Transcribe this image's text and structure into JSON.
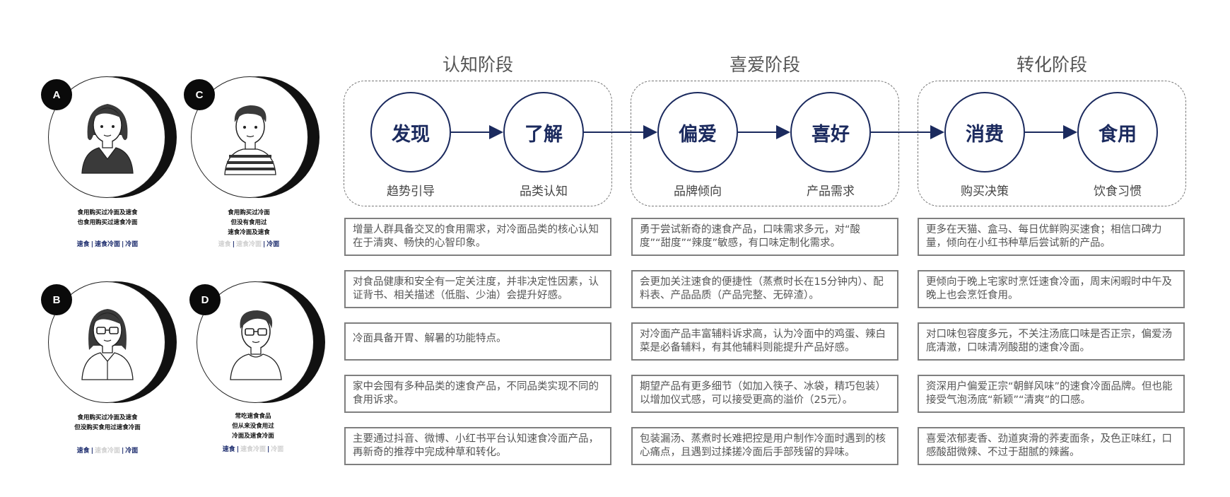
{
  "personas": [
    {
      "letter": "A",
      "desc": [
        "食用购买过冷面及速食",
        "也食用购买过速食冷面"
      ],
      "tags": [
        {
          "text": "速食",
          "on": true
        },
        {
          "text": "速食冷面",
          "on": true
        },
        {
          "text": "冷面",
          "on": true
        }
      ]
    },
    {
      "letter": "C",
      "desc": [
        "食用购买过冷面",
        "但没有食用过",
        "速食冷面及速食"
      ],
      "tags": [
        {
          "text": "速食",
          "on": false
        },
        {
          "text": "速食冷面",
          "on": false
        },
        {
          "text": "冷面",
          "on": true
        }
      ]
    },
    {
      "letter": "B",
      "desc": [
        "食用购买过冷面及速食",
        "但没购买食用过速食冷面"
      ],
      "tags": [
        {
          "text": "速食",
          "on": true
        },
        {
          "text": "速食冷面",
          "on": false
        },
        {
          "text": "冷面",
          "on": true
        }
      ]
    },
    {
      "letter": "D",
      "desc": [
        "常吃速食食品",
        "但从来没食用过",
        "冷面及速食冷面"
      ],
      "tags": [
        {
          "text": "速食",
          "on": true
        },
        {
          "text": "速食冷面",
          "on": false
        },
        {
          "text": "冷面",
          "on": false
        }
      ]
    }
  ],
  "stages": [
    {
      "title": "认知阶段",
      "nodes": [
        {
          "label": "发现",
          "sub": "趋势引导"
        },
        {
          "label": "了解",
          "sub": "品类认知"
        }
      ],
      "cards": [
        "增量人群具备交叉的食用需求，对冷面品类的核心认知在于清爽、畅快的心智印象。",
        "对食品健康和安全有一定关注度，并非决定性因素，认证背书、相关描述（低脂、少油）会提升好感。",
        "冷面具备开胃、解暑的功能特点。",
        "家中会囤有多种品类的速食产品，不同品类实现不同的食用诉求。",
        "主要通过抖音、微博、小红书平台认知速食冷面产品，再新奇的推荐中完成种草和转化。"
      ]
    },
    {
      "title": "喜爱阶段",
      "nodes": [
        {
          "label": "偏爱",
          "sub": "品牌倾向"
        },
        {
          "label": "喜好",
          "sub": "产品需求"
        }
      ],
      "cards": [
        "勇于尝试新奇的速食产品，口味需求多元，对“酸度”“甜度”“辣度”敏感，有口味定制化需求。",
        "会更加关注速食的便捷性（蒸煮时长在15分钟内）、配料表、产品品质（产品完整、无碎渣）。",
        "对冷面产品丰富辅料诉求高，认为冷面中的鸡蛋、辣白菜是必备辅料，有其他辅料则能提升产品好感。",
        "期望产品有更多细节（如加入筷子、冰袋，精巧包装）以增加仪式感，可以接受更高的溢价（25元）。",
        "包装漏汤、蒸煮时长难把控是用户制作冷面时遇到的核心痛点，且遇到过揉搓冷面后手部残留的异味。"
      ]
    },
    {
      "title": "转化阶段",
      "nodes": [
        {
          "label": "消费",
          "sub": "购买决策"
        },
        {
          "label": "食用",
          "sub": "饮食习惯"
        }
      ],
      "cards": [
        "更多在天猫、盒马、每日优鲜购买速食；相信口碑力量，倾向在小红书种草后尝试新的产品。",
        "更倾向于晚上宅家时烹饪速食冷面，周末闲暇时中午及晚上也会烹饪食用。",
        "对口味包容度多元，不关注汤底口味是否正宗，偏爱汤底清澈，口味清冽酸甜的速食冷面。",
        "资深用户偏爱正宗“朝鲜风味”的速食冷面品牌。但也能接受气泡汤底“新颖”“清爽”的口感。",
        "喜爱浓郁麦香、劲道爽滑的荞麦面条，及色正味红，口感酸甜微辣、不过于甜腻的辣酱。"
      ]
    }
  ],
  "colors": {
    "accent": "#1b2a5e",
    "tag_on": "#1a2a6c",
    "tag_off": "#cfcfcf",
    "card_border": "#7f7f7f"
  }
}
